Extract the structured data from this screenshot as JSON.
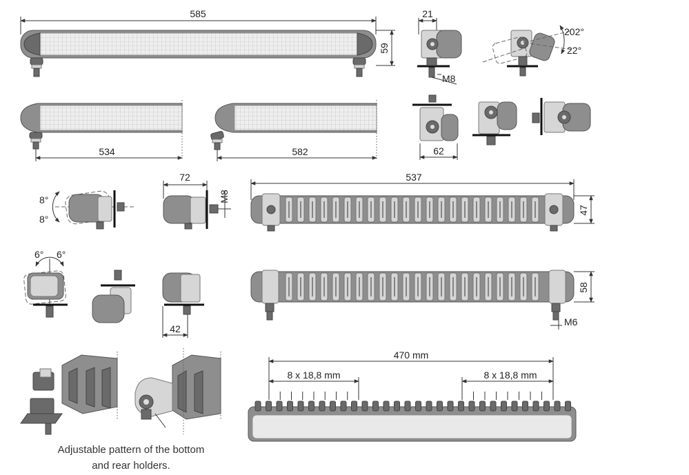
{
  "dimensions": {
    "bar_585_length": "585",
    "bar_585_height": "59",
    "bracket_width_21": "21",
    "thread_m8_top": "M8",
    "tilt_up": "202°",
    "tilt_down": "22°",
    "bar_534_length": "534",
    "bar_582_length": "582",
    "bracket_width_62": "62",
    "rotate_up": "8°",
    "rotate_down": "8°",
    "depth_72": "72",
    "thread_m8_side": "M8",
    "rear_bar_length": "537",
    "rear_bar_height": "47",
    "swivel_left": "6°",
    "swivel_right": "6°",
    "depth_42": "42",
    "bottom_bar_height": "58",
    "thread_m6": "M6",
    "pattern_total": "470 mm",
    "pattern_left": "8 x 18,8 mm",
    "pattern_right": "8 x 18,8 mm"
  },
  "caption": {
    "line1": "Adjustable pattern of the bottom",
    "line2": "and rear holders."
  },
  "colors": {
    "housing": "#8e8e8e",
    "housing_dark": "#6a6a6a",
    "lens": "#e9e9e9",
    "ink": "#222222"
  }
}
